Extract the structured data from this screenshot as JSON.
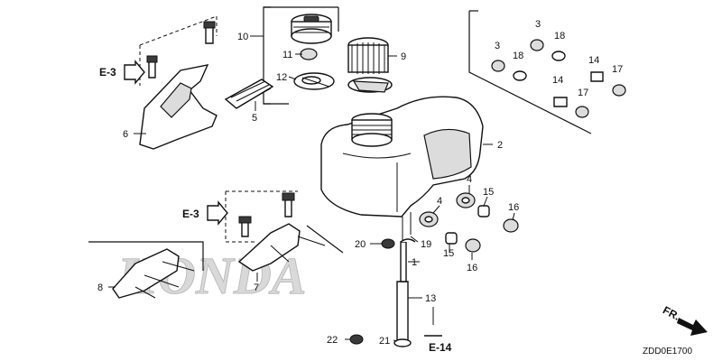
{
  "diagram": {
    "code": "ZDD0E1700",
    "watermark": "HONDA",
    "front_label": "FR.",
    "refs": [
      "E-3",
      "E-3",
      "E-14"
    ],
    "callouts": {
      "p1": "1",
      "p2": "2",
      "p3a": "3",
      "p3b": "3",
      "p4a": "4",
      "p4b": "4",
      "p5": "5",
      "p6": "6",
      "p7": "7",
      "p8": "8",
      "p9": "9",
      "p10": "10",
      "p11": "11",
      "p12": "12",
      "p13": "13",
      "p14a": "14",
      "p14b": "14",
      "p15a": "15",
      "p15b": "15",
      "p16a": "16",
      "p16b": "16",
      "p17a": "17",
      "p17b": "17",
      "p18a": "18",
      "p18b": "18",
      "p19": "19",
      "p20": "20",
      "p21": "21",
      "p22": "22"
    }
  }
}
